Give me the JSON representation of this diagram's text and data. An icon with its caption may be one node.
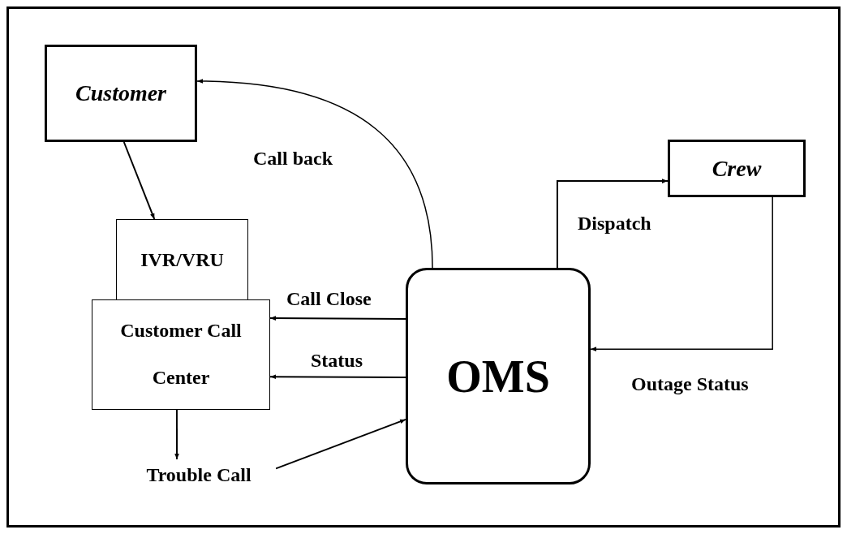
{
  "diagram": {
    "nodes": [
      {
        "text": [
          "Customer"
        ]
      },
      {
        "text": [
          "IVR/VRU"
        ]
      },
      {
        "text": [
          "Customer Call Center"
        ]
      },
      {
        "text": [
          "OMS"
        ]
      },
      {
        "text": [
          "Crew"
        ]
      },
      {
        "text": [
          "Trouble Call"
        ]
      }
    ],
    "edges": [
      {
        "from": 0,
        "to": 1,
        "arrow": "to"
      },
      {
        "from": 3,
        "to": 0,
        "arrow": "to",
        "label": "Call back"
      },
      {
        "from": 3,
        "to": 4,
        "arrow": "to",
        "label": "Dispatch"
      },
      {
        "from": 4,
        "to": 3,
        "arrow": "to",
        "label": "Outage Status"
      },
      {
        "from": 3,
        "to": 2,
        "arrow": "to",
        "label": "Call Close"
      },
      {
        "from": 3,
        "to": 2,
        "arrow": "to",
        "label": "Status"
      },
      {
        "from": 2,
        "to": 5,
        "arrow": "to"
      },
      {
        "from": 5,
        "to": 3,
        "arrow": "to"
      }
    ]
  }
}
